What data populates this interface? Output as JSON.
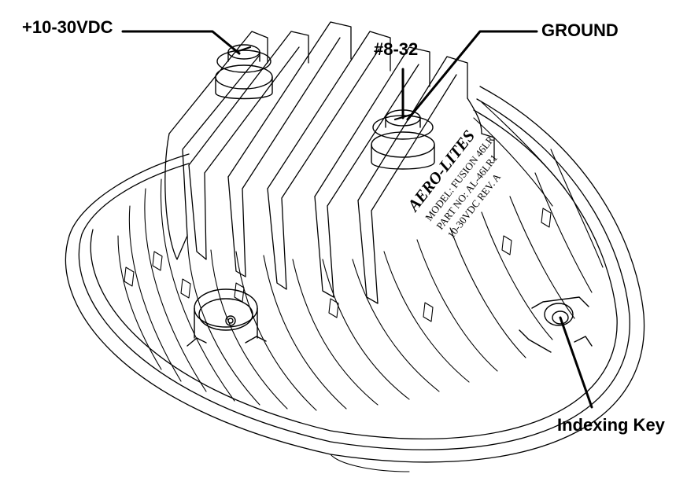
{
  "callouts": {
    "power": "+10-30VDC",
    "screw": "#8-32",
    "ground": "GROUND",
    "indexing_key": "Indexing Key"
  },
  "nameplate": {
    "brand": "AERO-LITES",
    "model": "MODEL: FUSION 46LR",
    "part_no": "PART NO: AL-46LR1",
    "rating": "10-30VDC  REV. A"
  },
  "colors": {
    "line": "#000000",
    "background": "#ffffff"
  }
}
